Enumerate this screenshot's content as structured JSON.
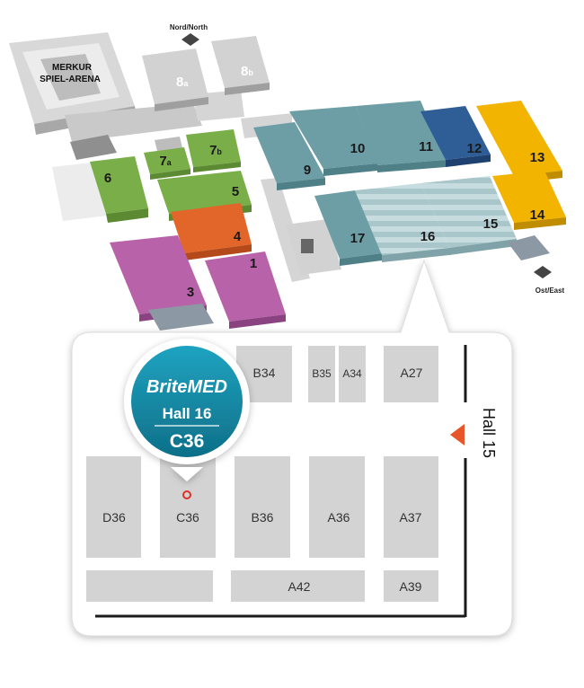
{
  "arena": {
    "line1": "MERKUR",
    "line2": "SPIEL-ARENA"
  },
  "compass": {
    "north": "Nord/North",
    "east": "Ost/East"
  },
  "halls": {
    "h1": "1",
    "h3": "3",
    "h4": "4",
    "h5": "5",
    "h6": "6",
    "h7a": "7",
    "h7a_sub": "a",
    "h7b": "7",
    "h7b_sub": "b",
    "h8a": "8",
    "h8a_sub": "a",
    "h8b": "8",
    "h8b_sub": "b",
    "h9": "9",
    "h10": "10",
    "h11": "11",
    "h12": "12",
    "h13": "13",
    "h14": "14",
    "h15": "15",
    "h16": "16",
    "h17": "17"
  },
  "colors": {
    "teal": "#6e9ea5",
    "teal_dark": "#4f7f87",
    "blue": "#2f5d95",
    "yellow": "#f3b400",
    "green": "#7aae49",
    "orange": "#e2652a",
    "magenta": "#b762a9",
    "grey": "#d9d9d9",
    "booth": "#d3d3d3",
    "arrow": "#e8552a",
    "pin": "#1587a3"
  },
  "detail": {
    "booths": {
      "b34": "B34",
      "b35": "B35",
      "a34": "A34",
      "a27": "A27",
      "d36": "D36",
      "c36": "C36",
      "b36": "B36",
      "a36": "A36",
      "a37": "A37",
      "a42": "A42",
      "a39": "A39"
    },
    "neighbor_label": "Hall 15"
  },
  "pin": {
    "brand": "BriteMED",
    "hall": "Hall 16",
    "booth": "C36"
  }
}
